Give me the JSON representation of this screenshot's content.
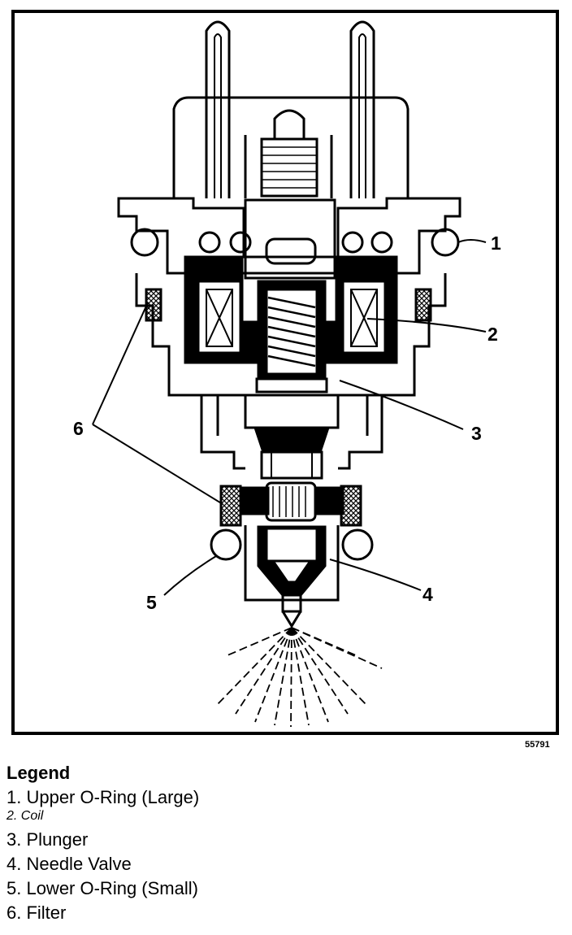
{
  "figure": {
    "callouts": [
      {
        "id": "1",
        "text": "1"
      },
      {
        "id": "2",
        "text": "2"
      },
      {
        "id": "3",
        "text": "3"
      },
      {
        "id": "4",
        "text": "4"
      },
      {
        "id": "5",
        "text": "5"
      },
      {
        "id": "6",
        "text": "6"
      }
    ],
    "figure_number": "55791"
  },
  "legend": {
    "title": "Legend",
    "items": [
      "1. Upper O-Ring (Large)",
      "2. Coil",
      "3. Plunger",
      "4. Needle Valve",
      "5. Lower O-Ring (Small)",
      "6. Filter"
    ]
  }
}
